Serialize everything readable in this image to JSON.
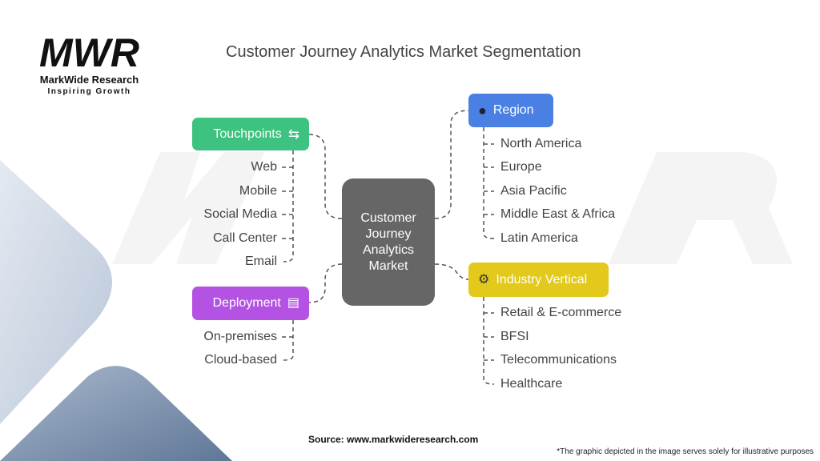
{
  "logo": {
    "mark": "MWR",
    "name": "MarkWide Research",
    "tagline": "Inspiring Growth"
  },
  "title": "Customer Journey Analytics Market Segmentation",
  "center": {
    "lines": [
      "Customer",
      "Journey",
      "Analytics",
      "Market"
    ]
  },
  "segments": {
    "touchpoints": {
      "label": "Touchpoints",
      "icon": "devices-sync-icon",
      "color": "#3dc27f",
      "items": [
        "Web",
        "Mobile",
        "Social Media",
        "Call Center",
        "Email"
      ]
    },
    "deployment": {
      "label": "Deployment",
      "icon": "server-icon",
      "color": "#b452e3",
      "items": [
        "On-premises",
        "Cloud-based"
      ]
    },
    "region": {
      "label": "Region",
      "icon": "globe-icon",
      "color": "#4a80e3",
      "items": [
        "North America",
        "Europe",
        "Asia Pacific",
        "Middle East & Africa",
        "Latin America"
      ]
    },
    "industry": {
      "label": "Industry Vertical",
      "icon": "robot-arm-icon",
      "color": "#e2c91c",
      "items": [
        "Retail & E-commerce",
        "BFSI",
        "Telecommunications",
        "Healthcare"
      ]
    }
  },
  "source": "Source: www.markwideresearch.com",
  "footnote": "*The graphic depicted in the image serves solely for illustrative purposes"
}
